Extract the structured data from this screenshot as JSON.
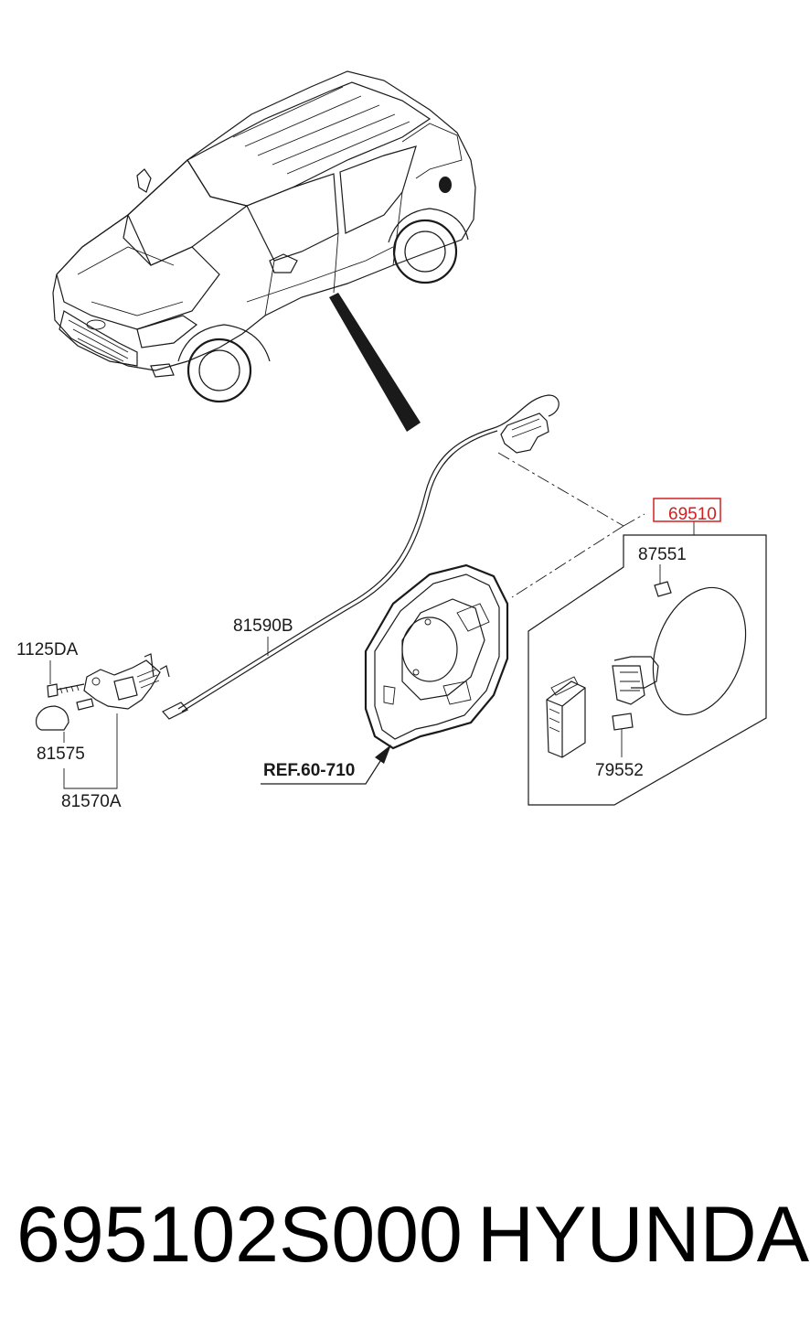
{
  "parts": {
    "p_69510": "69510",
    "p_87551": "87551",
    "p_79552": "79552",
    "p_81590B": "81590B",
    "p_1125DA": "1125DA",
    "p_81575": "81575",
    "p_81570A": "81570A",
    "ref": "REF.60-710"
  },
  "highlight_color": "#d22020",
  "footer": {
    "part_number": "695102S000",
    "brand": "HYUNDAI"
  }
}
